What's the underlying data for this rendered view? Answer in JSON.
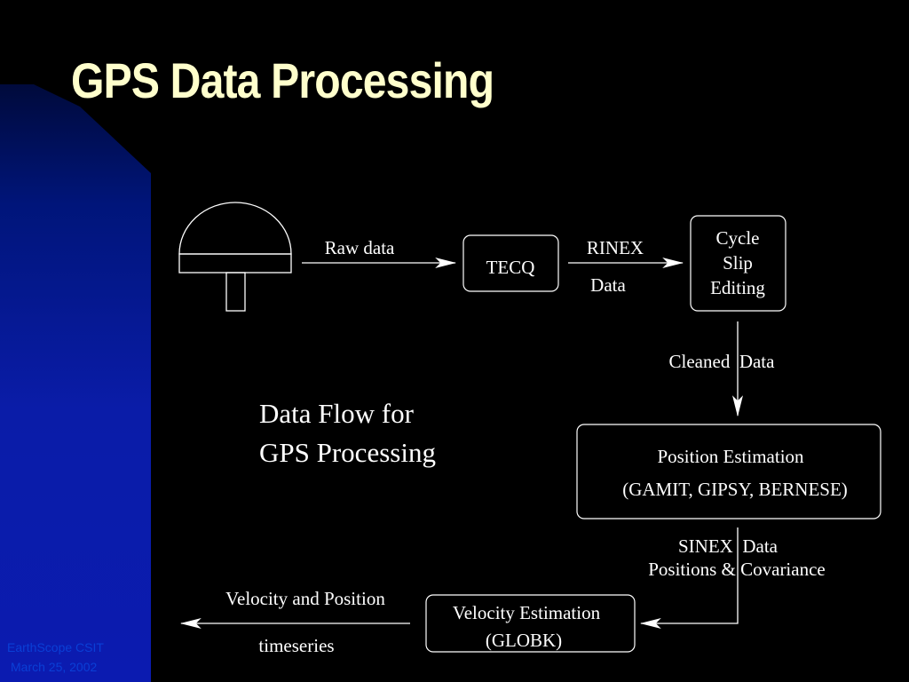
{
  "slide": {
    "title": "GPS Data Processing"
  },
  "footer": {
    "line1": "EarthScope CSIT",
    "line2": "March 25, 2002"
  },
  "diagram": {
    "caption_line1": "Data Flow for",
    "caption_line2": "GPS Processing",
    "nodes": {
      "tecq": "TECQ",
      "cycle_line1": "Cycle",
      "cycle_line2": "Slip",
      "cycle_line3": "Editing",
      "position_line1": "Position Estimation",
      "position_line2": "(GAMIT, GIPSY, BERNESE)",
      "velocity_line1": "Velocity Estimation",
      "velocity_line2": "(GLOBK)"
    },
    "edges": {
      "raw_data": "Raw data",
      "rinex_line1": "RINEX",
      "rinex_line2": "Data",
      "cleaned_data": "Cleaned  Data",
      "sinex_line1": "SINEX  Data",
      "sinex_line2": "Positions & Covariance",
      "velpos_line1": "Velocity and Position",
      "velpos_line2": "timeseries"
    }
  }
}
